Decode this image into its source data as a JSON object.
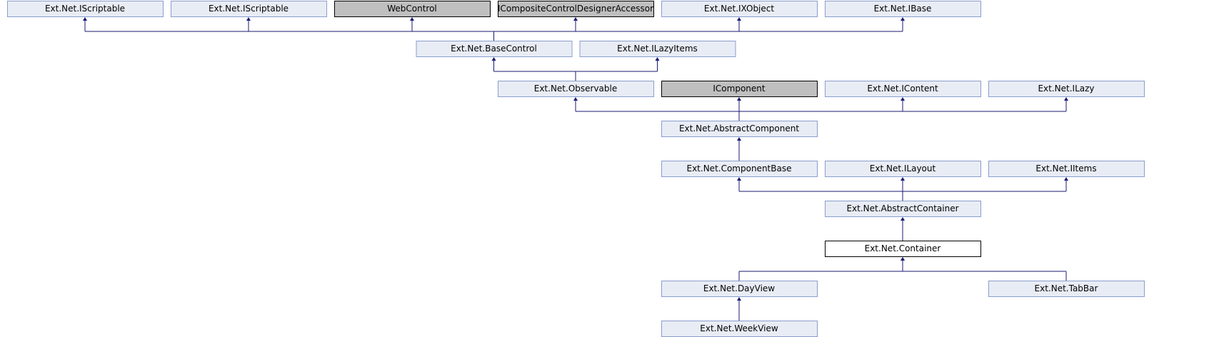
{
  "diagram": {
    "type": "class-inheritance-graph",
    "colors": {
      "node_fill": "#e8ecf5",
      "node_border": "#8a9dcc",
      "external_fill": "#bfbfbf",
      "external_border": "#000000",
      "current_fill": "#ffffff",
      "current_border": "#000000",
      "edge": "#191970"
    },
    "nodes": [
      {
        "id": "iscriptable-1",
        "label": "Ext.Net.IScriptable",
        "kind": "class"
      },
      {
        "id": "iscriptable-2",
        "label": "Ext.Net.IScriptable",
        "kind": "class"
      },
      {
        "id": "webcontrol",
        "label": "WebControl",
        "kind": "external"
      },
      {
        "id": "icompositecontroldesigneraccessor",
        "label": "ICompositeControlDesignerAccessor",
        "kind": "external"
      },
      {
        "id": "ixobject",
        "label": "Ext.Net.IXObject",
        "kind": "class"
      },
      {
        "id": "ibase",
        "label": "Ext.Net.IBase",
        "kind": "class"
      },
      {
        "id": "basecontrol",
        "label": "Ext.Net.BaseControl",
        "kind": "class"
      },
      {
        "id": "ilazyitems",
        "label": "Ext.Net.ILazyItems",
        "kind": "class"
      },
      {
        "id": "observable",
        "label": "Ext.Net.Observable",
        "kind": "class"
      },
      {
        "id": "icomponent",
        "label": "IComponent",
        "kind": "external"
      },
      {
        "id": "icontent",
        "label": "Ext.Net.IContent",
        "kind": "class"
      },
      {
        "id": "ilazy",
        "label": "Ext.Net.ILazy",
        "kind": "class"
      },
      {
        "id": "abstractcomponent",
        "label": "Ext.Net.AbstractComponent",
        "kind": "class"
      },
      {
        "id": "componentbase",
        "label": "Ext.Net.ComponentBase",
        "kind": "class"
      },
      {
        "id": "ilayout",
        "label": "Ext.Net.ILayout",
        "kind": "class"
      },
      {
        "id": "iitems",
        "label": "Ext.Net.IItems",
        "kind": "class"
      },
      {
        "id": "abstractcontainer",
        "label": "Ext.Net.AbstractContainer",
        "kind": "class"
      },
      {
        "id": "container",
        "label": "Ext.Net.Container",
        "kind": "current"
      },
      {
        "id": "dayview",
        "label": "Ext.Net.DayView",
        "kind": "class"
      },
      {
        "id": "tabbar",
        "label": "Ext.Net.TabBar",
        "kind": "class"
      },
      {
        "id": "weekview",
        "label": "Ext.Net.WeekView",
        "kind": "class"
      }
    ],
    "edges": [
      {
        "child": "basecontrol",
        "parents": [
          "iscriptable-1",
          "iscriptable-2",
          "webcontrol",
          "icompositecontroldesigneraccessor",
          "ixobject",
          "ibase"
        ]
      },
      {
        "child": "observable",
        "parents": [
          "basecontrol",
          "ilazyitems"
        ]
      },
      {
        "child": "abstractcomponent",
        "parents": [
          "observable",
          "icomponent",
          "icontent",
          "ilazy"
        ]
      },
      {
        "child": "componentbase",
        "parents": [
          "abstractcomponent"
        ]
      },
      {
        "child": "abstractcontainer",
        "parents": [
          "componentbase",
          "ilayout",
          "iitems"
        ]
      },
      {
        "child": "container",
        "parents": [
          "abstractcontainer"
        ]
      },
      {
        "child": "dayview",
        "parents": [
          "container"
        ]
      },
      {
        "child": "tabbar",
        "parents": [
          "container"
        ]
      },
      {
        "child": "weekview",
        "parents": [
          "dayview"
        ]
      }
    ]
  }
}
